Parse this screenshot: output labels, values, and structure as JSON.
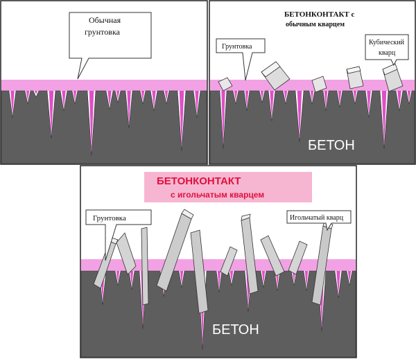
{
  "panel1": {
    "callout": [
      "Обычная",
      "грунтовка"
    ]
  },
  "panel2": {
    "title": [
      "БЕТОНКОНТАКТ с",
      "обычным кварцем"
    ],
    "primer_label": "Грунтовка",
    "quartz_label": [
      "Кубический",
      "кварц"
    ],
    "concrete_label": "БЕТОН"
  },
  "panel3": {
    "title": [
      "БЕТОНКОНТАКТ",
      "с игольчатым кварцем"
    ],
    "primer_label": "Грунтовка",
    "quartz_label": "Игольчатый кварц",
    "concrete_label": "БЕТОН"
  },
  "colors": {
    "concrete": "#5e5e5e",
    "primer": "#f2a2e4",
    "spike": "#e04ec8",
    "title_bg": "#f6b6d2",
    "title_text": "#e0103a",
    "crystal": "#cccccc"
  }
}
